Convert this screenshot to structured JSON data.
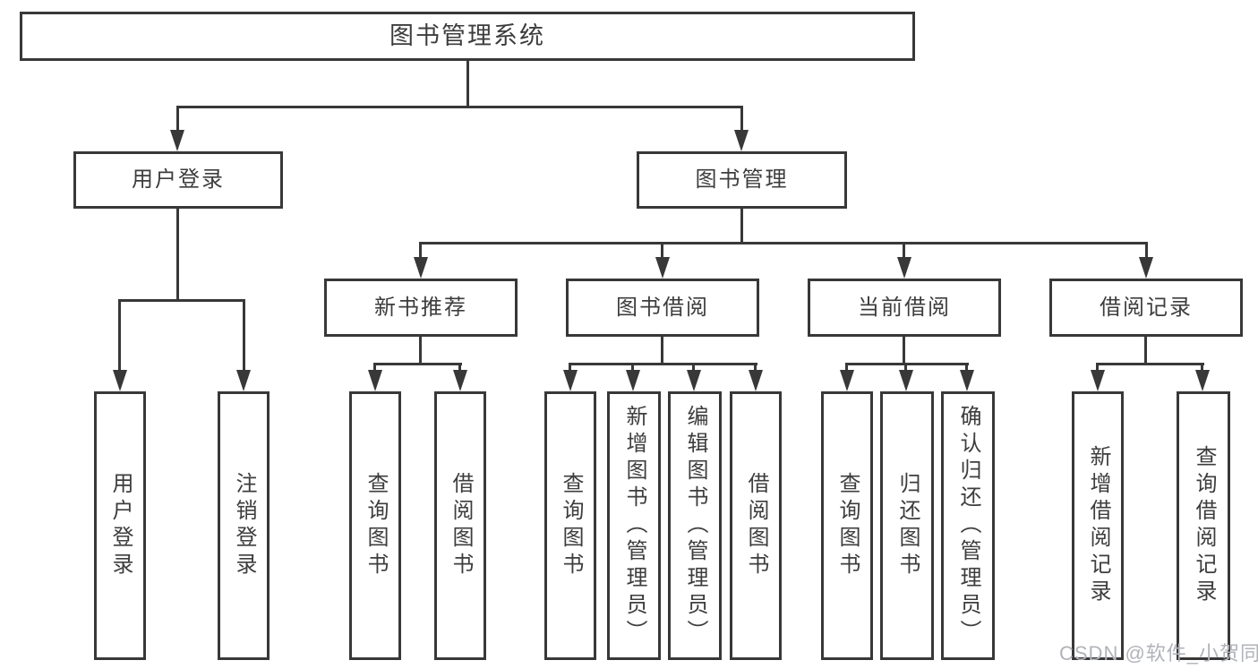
{
  "tree": {
    "root": {
      "label": "图书管理系统"
    },
    "branches": [
      {
        "label": "用户登录",
        "leaves": [
          {
            "label": "用户登录"
          },
          {
            "label": "注销登录"
          }
        ]
      },
      {
        "label": "图书管理",
        "groups": [
          {
            "label": "新书推荐",
            "leaves": [
              {
                "label": "查询图书"
              },
              {
                "label": "借阅图书"
              }
            ]
          },
          {
            "label": "图书借阅",
            "leaves": [
              {
                "label": "查询图书"
              },
              {
                "label": "新增图书（管理员）"
              },
              {
                "label": "编辑图书（管理员）"
              },
              {
                "label": "借阅图书"
              }
            ]
          },
          {
            "label": "当前借阅",
            "leaves": [
              {
                "label": "查询图书"
              },
              {
                "label": "归还图书"
              },
              {
                "label": "确认归还（管理员）"
              }
            ]
          },
          {
            "label": "借阅记录",
            "leaves": [
              {
                "label": "新增借阅记录"
              },
              {
                "label": "查询借阅记录"
              }
            ]
          }
        ]
      }
    ]
  },
  "watermark": {
    "text": "CSDN @软件_小贺同学"
  },
  "colors": {
    "line": "#383838",
    "text": "#3d3d3d",
    "watermark": "#b0b3b8",
    "background": "#ffffff"
  }
}
